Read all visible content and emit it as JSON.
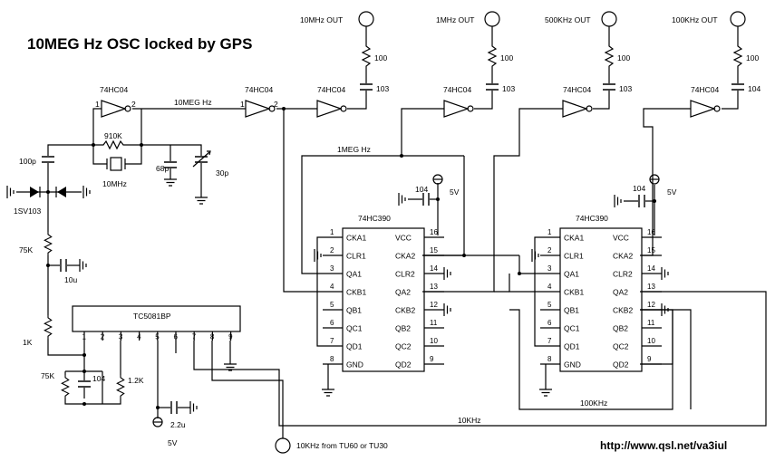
{
  "title": "10MEG Hz OSC locked by GPS",
  "url": "http://www.qsl.net/va3iul",
  "outputs": {
    "o10m": {
      "label": "10MHz OUT",
      "r": "100",
      "c": "103"
    },
    "o1m": {
      "label": "1MHz OUT",
      "r": "100",
      "c": "103"
    },
    "o500k": {
      "label": "500KHz OUT",
      "r": "100",
      "c": "103"
    },
    "o100k": {
      "label": "100KHz OUT",
      "r": "100",
      "c": "104"
    }
  },
  "inverter_label": "74HC04",
  "inv_pin_in": "1",
  "inv_pin_out": "2",
  "nets": {
    "tenmeg": "10MEG Hz",
    "onemeg": "1MEG Hz",
    "hundredk": "100KHz",
    "tenk": "10KHz"
  },
  "osc": {
    "r_feedback": "910K",
    "crystal": "10MHz",
    "c_fixed": "68p",
    "c_trim": "30p",
    "c_couple": "100p",
    "varactor": "1SV103",
    "r_bias": "75K",
    "c_filter": "10u",
    "r_series": "1K",
    "r_loop": "75K",
    "c_loop": "104",
    "r_loop2": "1.2K",
    "c_supply": "2.2u",
    "vsupply": "5V"
  },
  "tc": {
    "name": "TC5081BP",
    "pins": [
      "1",
      "2",
      "3",
      "4",
      "5",
      "6",
      "7",
      "8",
      "9"
    ]
  },
  "counter": {
    "name": "74HC390",
    "bypass": "104",
    "vsupply": "5V",
    "left": [
      {
        "pin": "1",
        "label": "CKA1"
      },
      {
        "pin": "2",
        "label": "CLR1"
      },
      {
        "pin": "3",
        "label": "QA1"
      },
      {
        "pin": "4",
        "label": "CKB1"
      },
      {
        "pin": "5",
        "label": "QB1"
      },
      {
        "pin": "6",
        "label": "QC1"
      },
      {
        "pin": "7",
        "label": "QD1"
      },
      {
        "pin": "8",
        "label": "GND"
      }
    ],
    "right": [
      {
        "pin": "16",
        "label": "VCC"
      },
      {
        "pin": "15",
        "label": "CKA2"
      },
      {
        "pin": "14",
        "label": "CLR2"
      },
      {
        "pin": "13",
        "label": "QA2"
      },
      {
        "pin": "12",
        "label": "CKB2"
      },
      {
        "pin": "11",
        "label": "QB2"
      },
      {
        "pin": "10",
        "label": "QC2"
      },
      {
        "pin": "9",
        "label": "QD2"
      }
    ]
  },
  "input_label": "10KHz from TU60 or TU30"
}
